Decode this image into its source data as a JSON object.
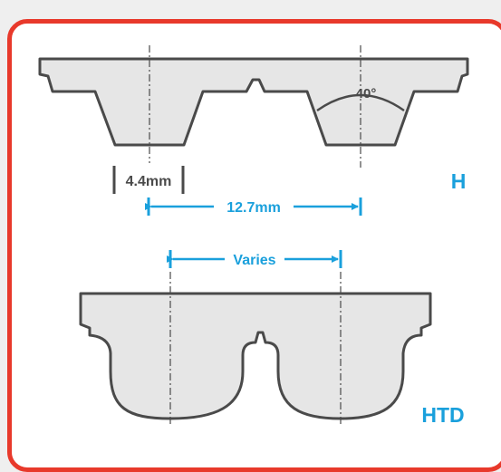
{
  "labels": {
    "tooth_width": "4.4mm",
    "angle": "40°",
    "pitch_h": "12.7mm",
    "pitch_htd": "Varies",
    "profile_h": "H",
    "profile_htd": "HTD"
  },
  "colors": {
    "frame": "#e8392b",
    "belt_fill": "#e6e6e6",
    "belt_stroke": "#4a4a4a",
    "dimension": "#1aa0dc",
    "background": "#efefef"
  }
}
